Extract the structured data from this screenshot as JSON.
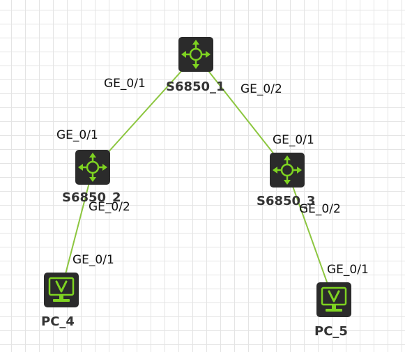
{
  "colors": {
    "link": "#8cc63f",
    "device_body": "#2b2b2b",
    "device_accent": "#7ed321"
  },
  "devices": [
    {
      "id": "S6850_1",
      "label": "S6850_1",
      "type": "switch",
      "icon": "switch-router-icon"
    },
    {
      "id": "S6850_2",
      "label": "S6850_2",
      "type": "switch",
      "icon": "switch-router-icon"
    },
    {
      "id": "S6850_3",
      "label": "S6850_3",
      "type": "switch",
      "icon": "switch-router-icon"
    },
    {
      "id": "PC_4",
      "label": "PC_4",
      "type": "pc",
      "icon": "pc-monitor-icon"
    },
    {
      "id": "PC_5",
      "label": "PC_5",
      "type": "pc",
      "icon": "pc-monitor-icon"
    }
  ],
  "links": [
    {
      "from": "S6850_1",
      "from_port": "GE_0/1",
      "to": "S6850_2",
      "to_port": "GE_0/1"
    },
    {
      "from": "S6850_1",
      "from_port": "GE_0/2",
      "to": "S6850_3",
      "to_port": "GE_0/1"
    },
    {
      "from": "S6850_2",
      "from_port": "GE_0/2",
      "to": "PC_4",
      "to_port": "GE_0/1"
    },
    {
      "from": "S6850_3",
      "from_port": "GE_0/2",
      "to": "PC_5",
      "to_port": "GE_0/1"
    }
  ]
}
